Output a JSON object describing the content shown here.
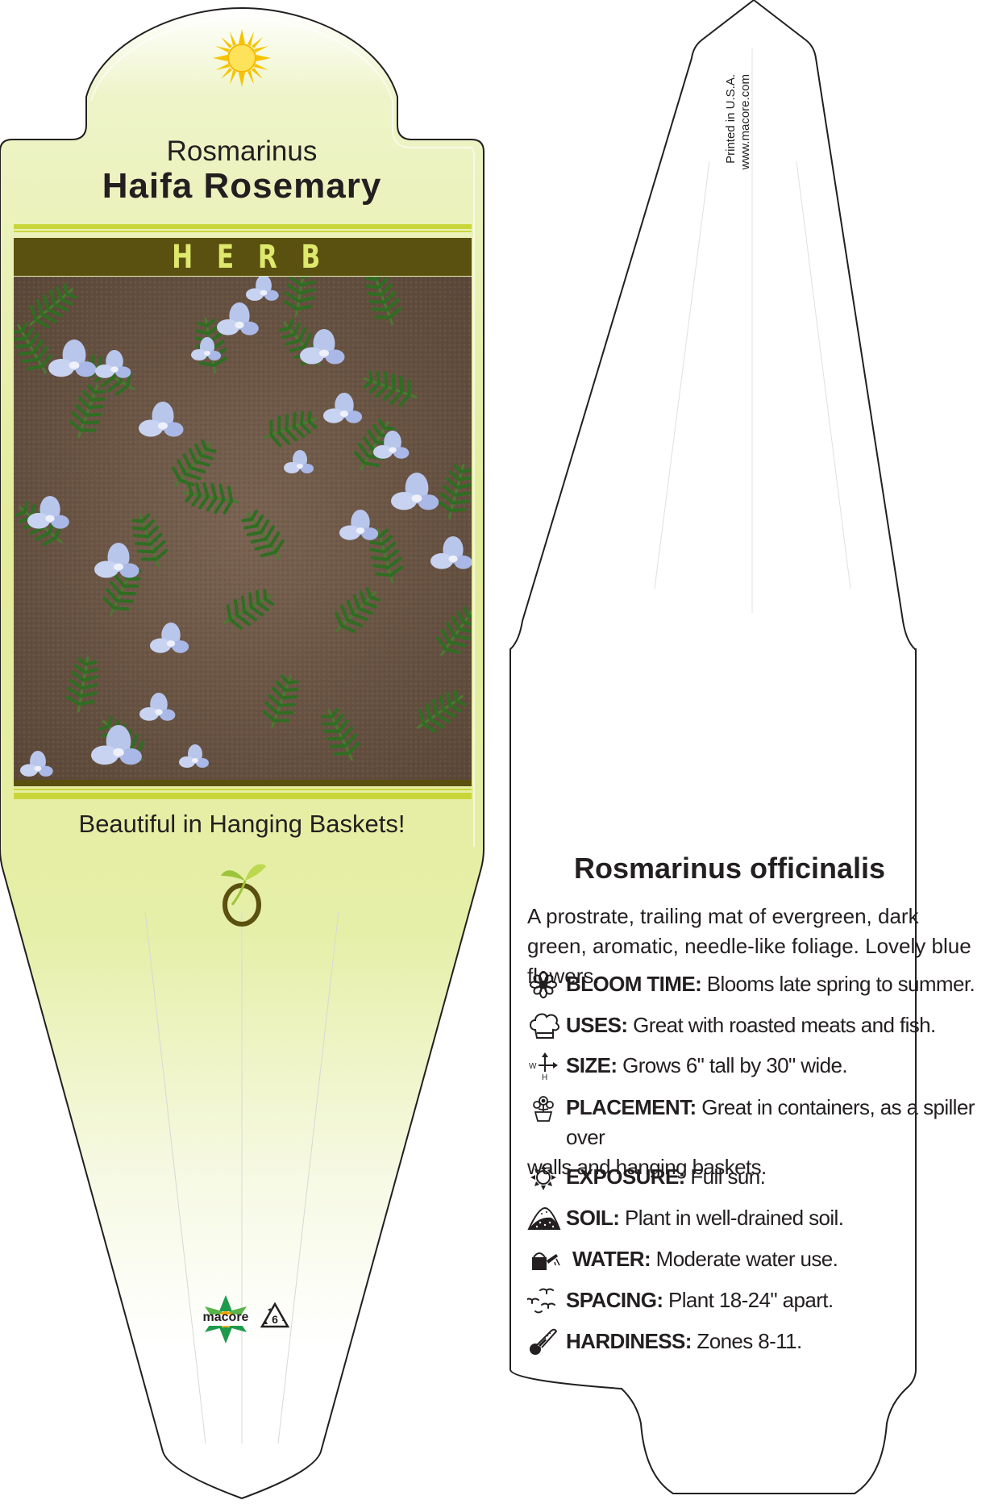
{
  "front": {
    "genus": "Rosmarinus",
    "common_name": "Haifa Rosemary",
    "category": "HERB",
    "tagline": "Beautiful in Hanging Baskets!",
    "icons": [
      "sun-icon",
      "seedling-logo-icon",
      "macore-logo-icon",
      "recycle-6-icon"
    ],
    "brand": "macore",
    "recycle_code": "6"
  },
  "back": {
    "printed_line1": "Printed in U.S.A.",
    "printed_line2": "www.macore.com",
    "botanical_name": "Rosmarinus officinalis",
    "intro": "A prostrate, trailing mat of evergreen, dark green, aromatic, needle-like foliage. Lovely blue flowers.",
    "items": [
      {
        "icon": "flower-icon",
        "label": "BLOOM TIME:",
        "text": "Blooms late spring to summer."
      },
      {
        "icon": "chef-hat-icon",
        "label": "USES:",
        "text": "Great with roasted meats and fish."
      },
      {
        "icon": "size-arrows-icon",
        "label": "SIZE:",
        "text": "Grows 6\" tall by 30\" wide."
      },
      {
        "icon": "flower-pot-icon",
        "label": "PLACEMENT:",
        "text": "Great in containers, as a spiller over",
        "text2": "walls and hanging baskets."
      },
      {
        "icon": "sun-outline-icon",
        "label": "EXPOSURE:",
        "text": "Full sun."
      },
      {
        "icon": "soil-pile-icon",
        "label": "SOIL:",
        "text": "Plant in well-drained soil."
      },
      {
        "icon": "watering-can-icon",
        "label": "WATER:",
        "text": "Moderate water use."
      },
      {
        "icon": "spacing-plants-icon",
        "label": "SPACING:",
        "text": "Plant 18-24\" apart."
      },
      {
        "icon": "thermometer-icon",
        "label": "HARDINESS:",
        "text": "Zones 8-11."
      }
    ],
    "size_icon_w": "W",
    "size_icon_h": "H"
  },
  "colors": {
    "band": "#5a500f",
    "band_text": "#dde86c",
    "accent_line": "#c9d63b",
    "gradient_top": "#e4ee9e"
  }
}
